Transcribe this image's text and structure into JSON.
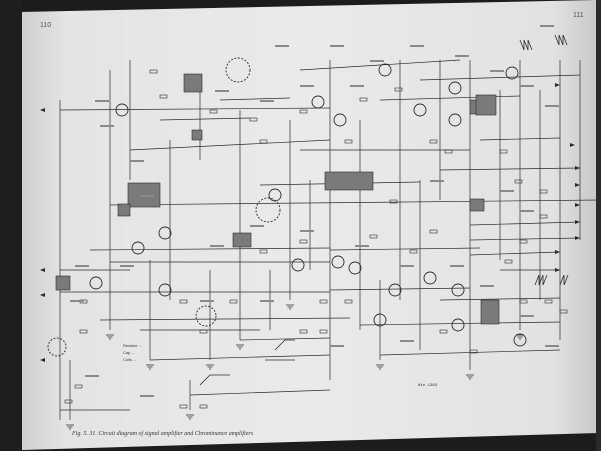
{
  "page": {
    "left_page_number": "110",
    "right_page_number": "111",
    "caption": "Fig. 5. 31. Circuit diagram of signal amplifier and Chrominance amplifiers",
    "notes": [
      "Resistor ...",
      "Cap ...",
      "Coils ..."
    ],
    "marker": "Nie.1383"
  },
  "colors": {
    "paper": "#e6e6e4",
    "gutter": "#1c1c1c",
    "ink": "#2b2b2b",
    "module_fill": "#7a7a7a"
  }
}
